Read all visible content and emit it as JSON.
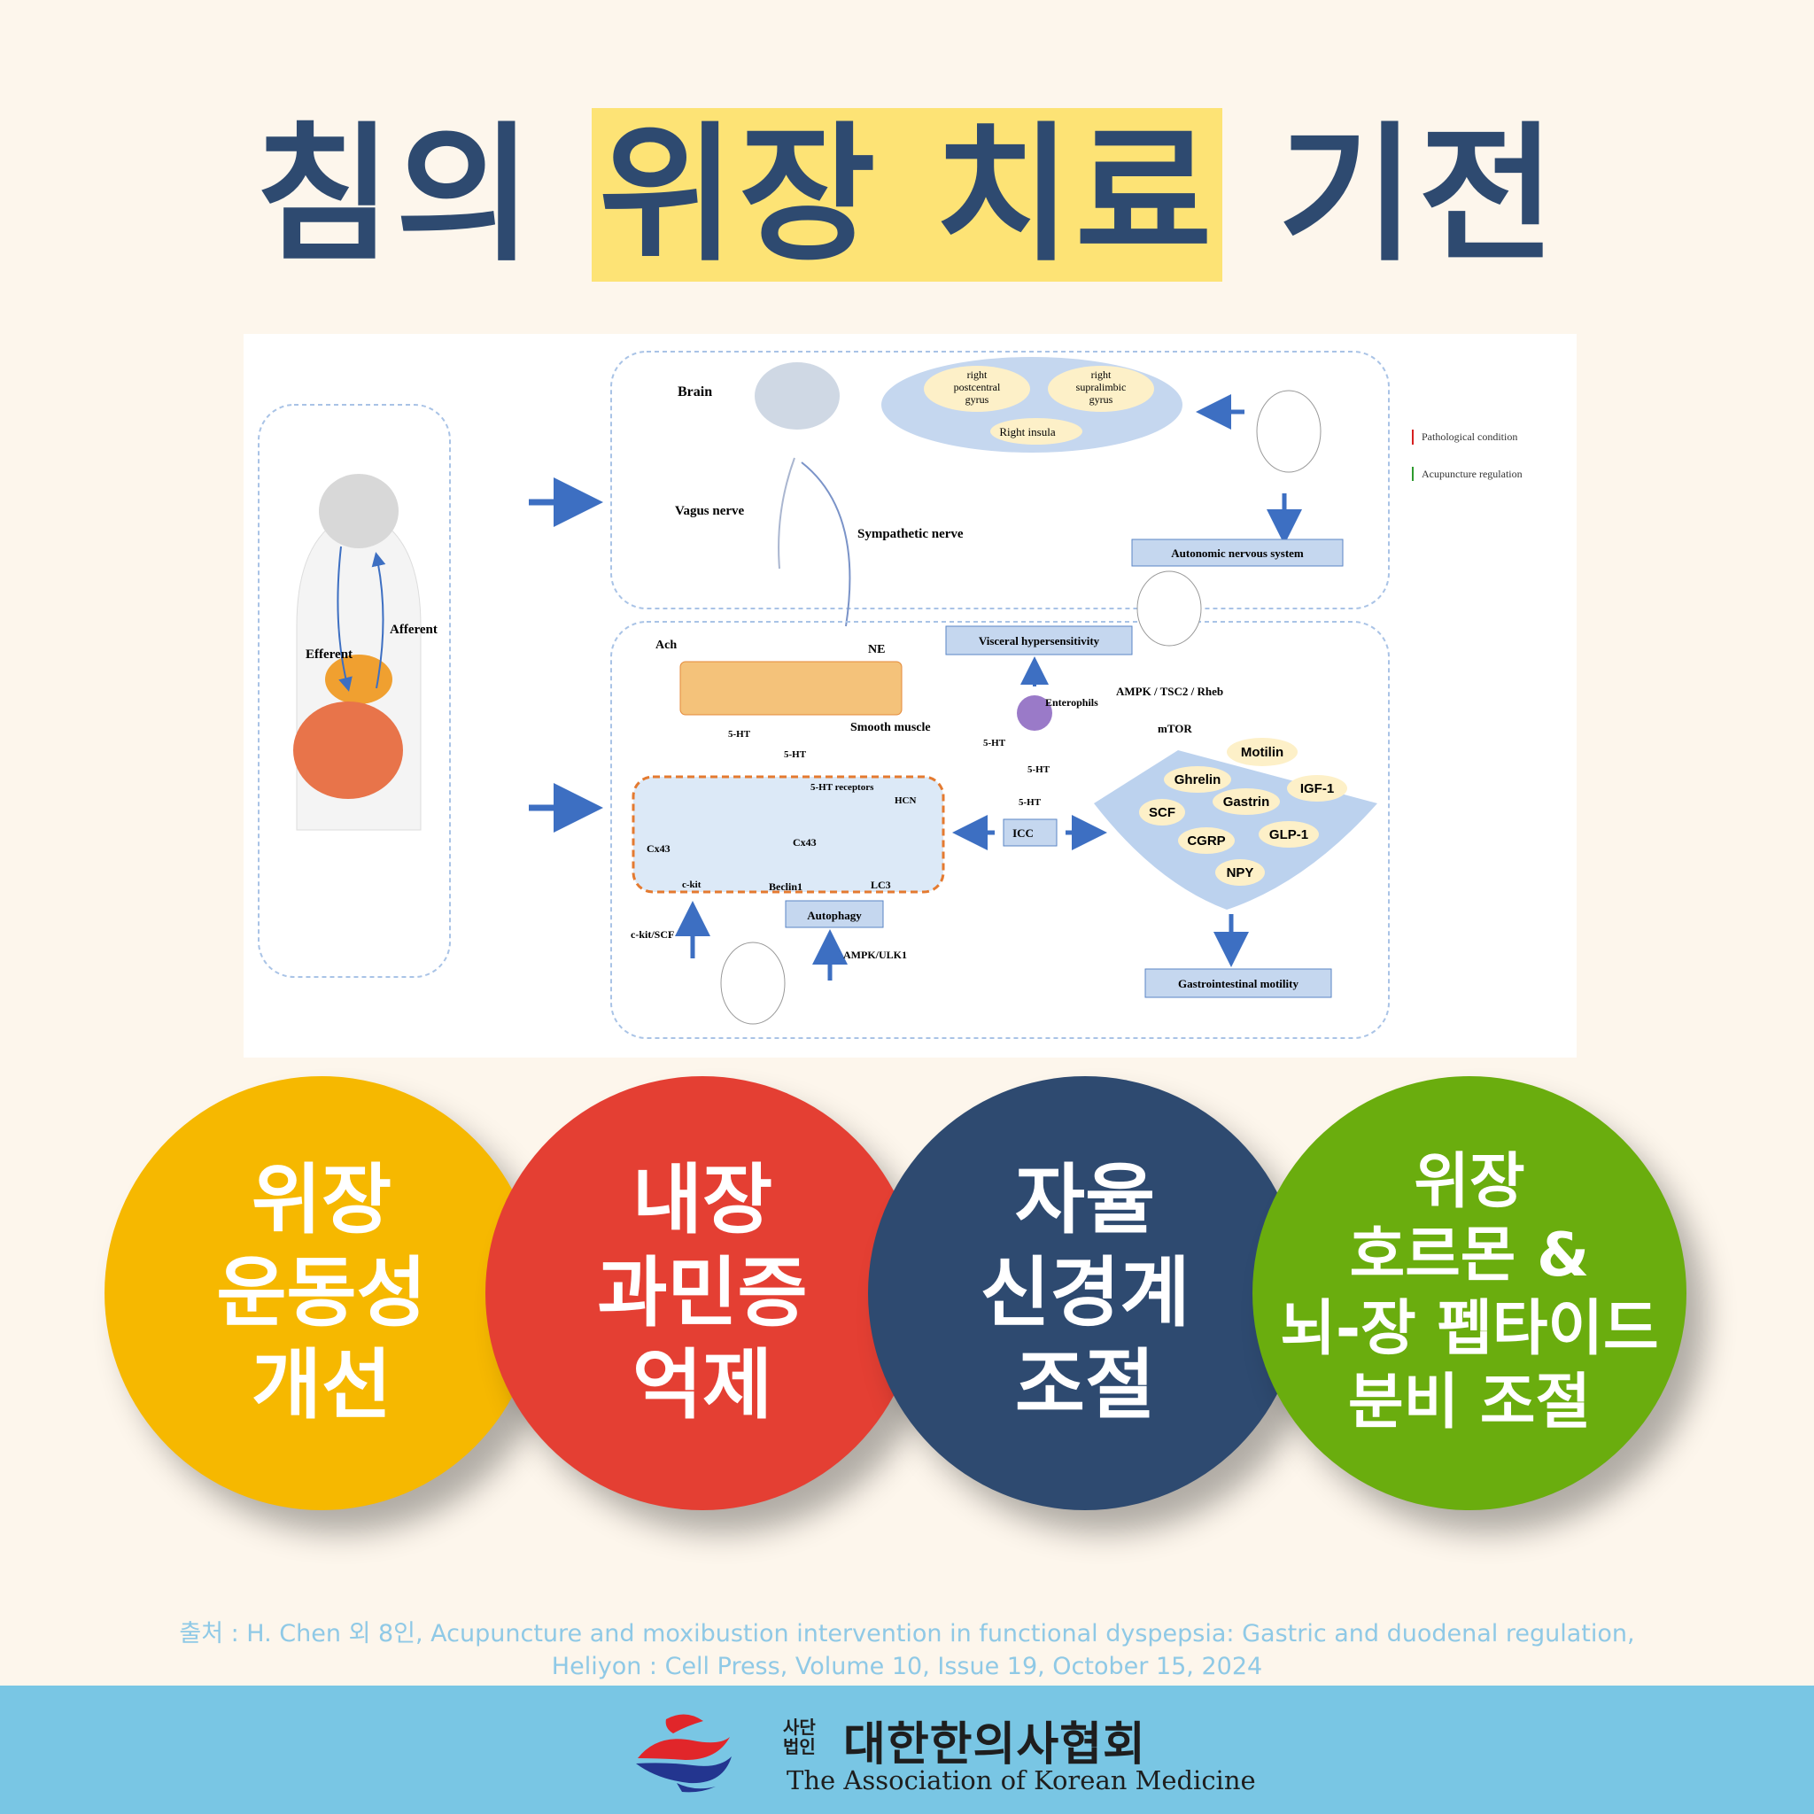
{
  "title": {
    "before": "침의 ",
    "highlight": "위장 치료",
    "after": " 기전"
  },
  "diagram": {
    "brain": "Brain",
    "regions": {
      "postcentral": "right\npostcentral\ngyrus",
      "supralimbic": "right\nsupralimbic\ngyrus",
      "insula": "Right insula"
    },
    "efferent": "Efferent",
    "afferent": "Afferent",
    "vagus": "Vagus nerve",
    "sympathetic": "Sympathetic nerve",
    "ans": "Autonomic nervous system",
    "legend": {
      "pathological": "Pathological condition",
      "acupuncture": "Acupuncture regulation"
    },
    "ach": "Ach",
    "ne": "NE",
    "smooth_muscle": "Smooth muscle",
    "visceral": "Visceral hypersensitivity",
    "enterophils": "Enterophils",
    "ampk_tsc": "AMPK / TSC2 / Rheb",
    "mtor": "mTOR",
    "ht5": "5-HT",
    "ht5_receptors": "5-HT receptors",
    "hcn": "HCN",
    "cx43": "Cx43",
    "ckit": "c-kit",
    "beclin": "Beclin1",
    "lc3": "LC3",
    "autophagy": "Autophagy",
    "ckit_scf": "c-kit/SCF",
    "ampk_ulk": "AMPK/ULK1",
    "icc": "ICC",
    "hormones": [
      "Motilin",
      "Ghrelin",
      "SCF",
      "Gastrin",
      "IGF-1",
      "CGRP",
      "GLP-1",
      "NPY"
    ],
    "gi_motility": "Gastrointestinal motility"
  },
  "circles": [
    {
      "label": "위장\n운동성\n개선",
      "color": "#f6b800"
    },
    {
      "label": "내장\n과민증\n억제",
      "color": "#e43f33"
    },
    {
      "label": "자율\n신경계\n조절",
      "color": "#2e4a70"
    },
    {
      "label": "위장\n호르몬 &\n뇌-장 펩타이드\n분비 조절",
      "color": "#6aad0e"
    }
  ],
  "source": {
    "line1": "출처 : H. Chen 외 8인, Acupuncture and moxibustion intervention in functional dyspepsia: Gastric and duodenal regulation,",
    "line2": "Heliyon : Cell Press, Volume 10, Issue 19, October 15, 2024"
  },
  "footer": {
    "org_small": "사단\n법인",
    "org_ko": "대한한의사협회",
    "org_en": "The Association of Korean Medicine"
  }
}
